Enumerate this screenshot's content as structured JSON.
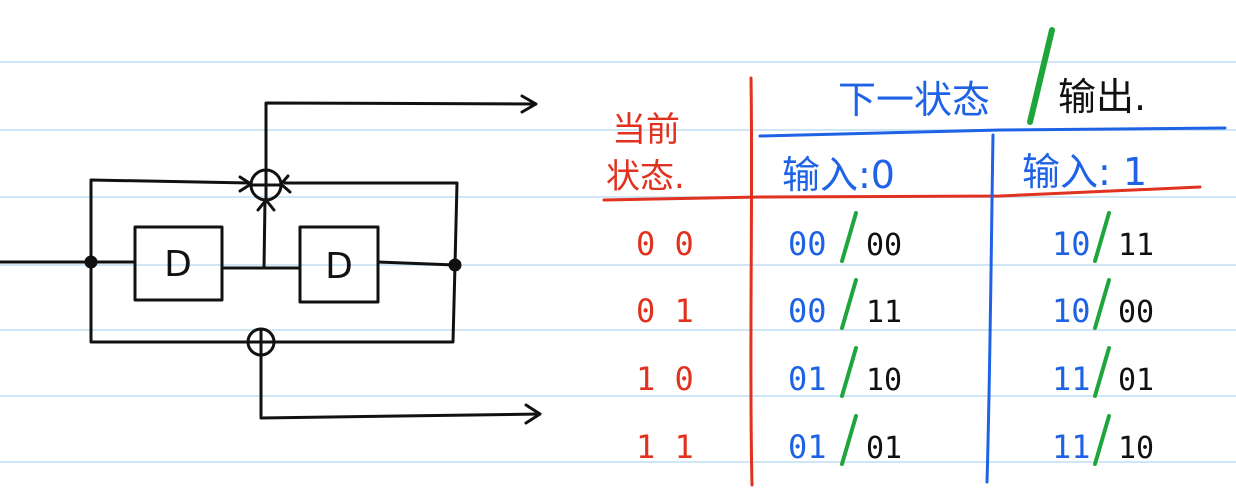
{
  "colors": {
    "paper_line": "#cfe6f7",
    "ink": "#111111",
    "red": "#e0321e",
    "blue": "#1e63e6",
    "green": "#1ea53c"
  },
  "circuit": {
    "register_1_label": "D",
    "register_2_label": "D",
    "adder_symbol": "⊕"
  },
  "table": {
    "header": {
      "current_state_line1": "当前",
      "current_state_line2": "状态.",
      "next_state": "下一状态",
      "output": "输出.",
      "input_0": "输入:0",
      "input_1": "输入: 1"
    },
    "rows": [
      {
        "state": "0 0",
        "in0_next": "00",
        "in0_out": "00",
        "in1_next": "10",
        "in1_out": "11"
      },
      {
        "state": "0 1",
        "in0_next": "00",
        "in0_out": "11",
        "in1_next": "10",
        "in1_out": "00"
      },
      {
        "state": "1 0",
        "in0_next": "01",
        "in0_out": "10",
        "in1_next": "11",
        "in1_out": "01"
      },
      {
        "state": "1 1",
        "in0_next": "01",
        "in0_out": "01",
        "in1_next": "11",
        "in1_out": "10"
      }
    ]
  }
}
